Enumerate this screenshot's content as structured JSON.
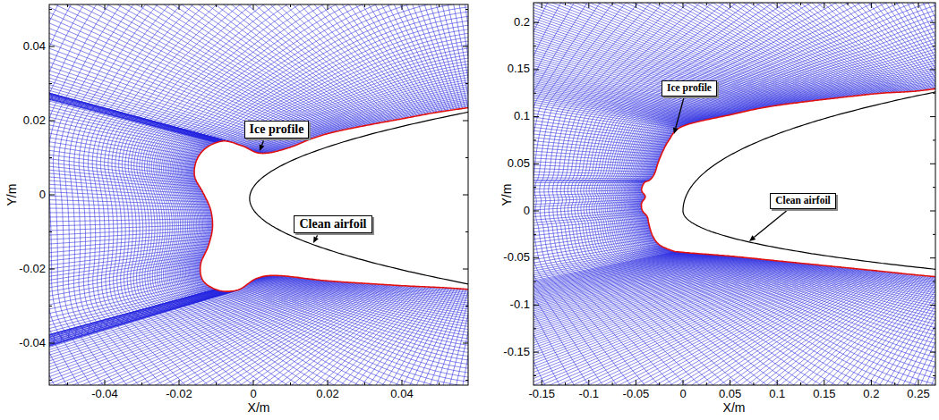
{
  "diagram": {
    "nodes": [
      {
        "text": [
          "Ice profile"
        ]
      },
      {
        "text": [
          "Clean airfoil"
        ]
      },
      {
        "text": [
          "Ice profile"
        ]
      },
      {
        "text": [
          "Clean airfoil"
        ]
      }
    ],
    "labels": [
      "0.04",
      "0.02",
      "0",
      "-0.02",
      "-0.04",
      "-0.04",
      "-0.02",
      "0",
      "0.02",
      "0.04",
      "X/m",
      "Y/m",
      "0.2",
      "0.15",
      "0.1",
      "0.05",
      "0",
      "-0.05",
      "-0.1",
      "-0.15",
      "-0.15",
      "-0.1",
      "-0.05",
      "0",
      "0.05",
      "0.1",
      "0.15",
      "0.2",
      "0.25",
      "X/m",
      "Y/m"
    ]
  }
}
